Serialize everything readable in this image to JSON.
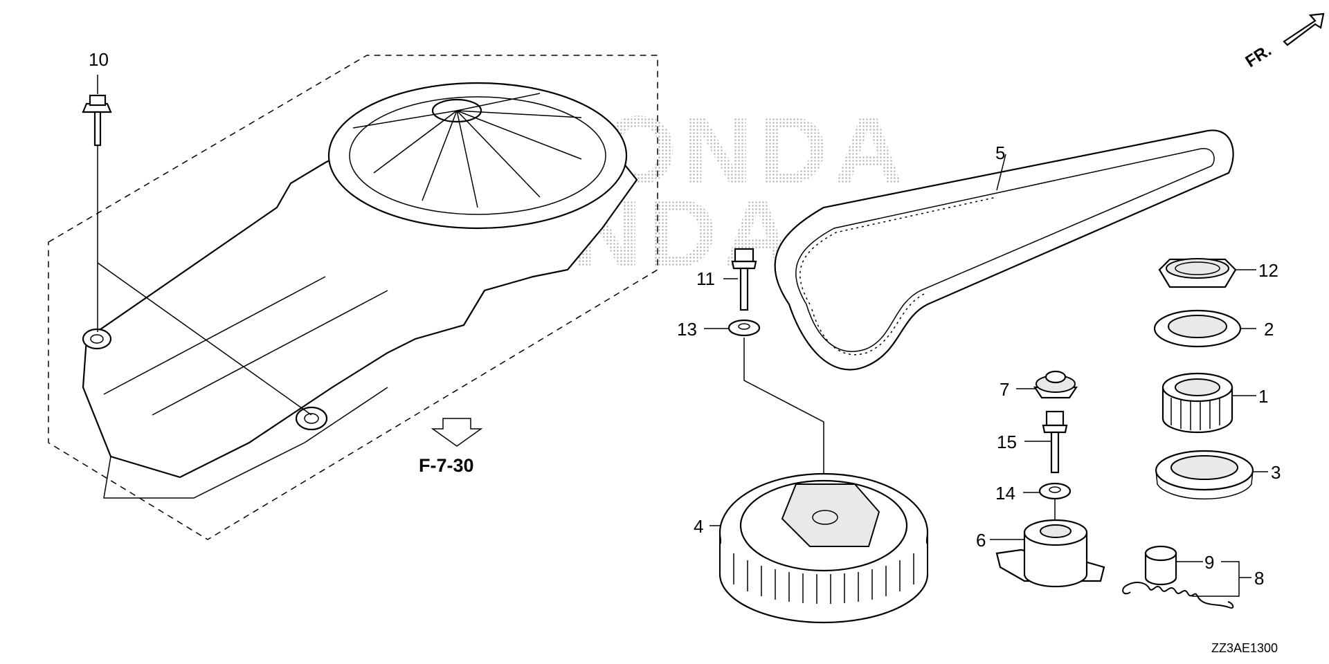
{
  "callouts": {
    "c1": "1",
    "c2": "2",
    "c3": "3",
    "c4": "4",
    "c5": "5",
    "c6": "6",
    "c7": "7",
    "c8": "8",
    "c9": "9",
    "c10": "10",
    "c11": "11",
    "c12": "12",
    "c13": "13",
    "c14": "14",
    "c15": "15"
  },
  "reference": "F-7-30",
  "direction": "FR.",
  "diagram_code": "ZZ3AE1300",
  "watermark": "HONDA",
  "colors": {
    "ink": "#000000",
    "watermark": "#c8c8c8",
    "background": "#ffffff"
  }
}
